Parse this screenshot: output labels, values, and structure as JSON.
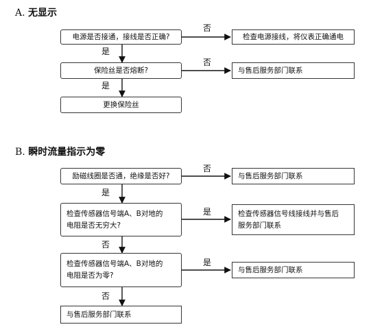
{
  "section_a": {
    "letter": "A.",
    "title": "无显示",
    "q1": "电源是否接通，接线是否正确?",
    "q1_no": "否",
    "r1": "检查电源接线，将仪表正确通电",
    "q1_yes": "是",
    "q2": "保险丝是否熔断?",
    "q2_no": "否",
    "r2": "与售后服务部门联系",
    "q2_yes": "是",
    "end": "更换保险丝"
  },
  "section_b": {
    "letter": "B.",
    "title": "瞬时流量指示为零",
    "q1": "励磁线圈是否通，绝缘是否好?",
    "q1_no": "否",
    "r1": "与售后服务部门联系",
    "q1_yes": "是",
    "q2_line1": "检查传感器信号端A、B对地的",
    "q2_line2": "电阻是否无穷大?",
    "q2_yes": "是",
    "r2_line1": "检查传感器信号线接线并与售后",
    "r2_line2": "服务部门联系",
    "q2_no": "否",
    "q3_line1": "检查传感器信号端A、B对地的",
    "q3_line2": "电阻是否为零?",
    "q3_yes": "是",
    "r3": "与售后服务部门联系",
    "q3_no": "否",
    "end": "与售后服务部门联系"
  }
}
